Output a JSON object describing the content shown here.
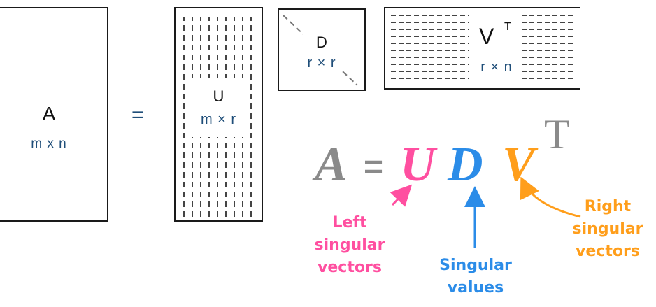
{
  "matrix_a": {
    "symbol": "A",
    "dims": "m x n"
  },
  "equals_sign": "=",
  "matrix_u": {
    "symbol": "U",
    "dims": "m × r"
  },
  "matrix_d": {
    "symbol": "D",
    "dims": "r × r"
  },
  "matrix_vt": {
    "symbol": "V",
    "superscript": "T",
    "dims": "r × n"
  },
  "formula": {
    "a": "A",
    "eq": "=",
    "u": "U",
    "d": "D",
    "v": "V",
    "t": "T"
  },
  "annotations": {
    "left": "Left\nsingular\nvectors",
    "middle": "Singular\nvalues",
    "right": "Right\nsingular\nvectors"
  },
  "colors": {
    "a_gray": "#8a8a8a",
    "u_pink": "#ff4fa0",
    "d_blue": "#2b8ce8",
    "v_orange": "#ff9e1b",
    "dims_navy": "#1f4e79"
  }
}
